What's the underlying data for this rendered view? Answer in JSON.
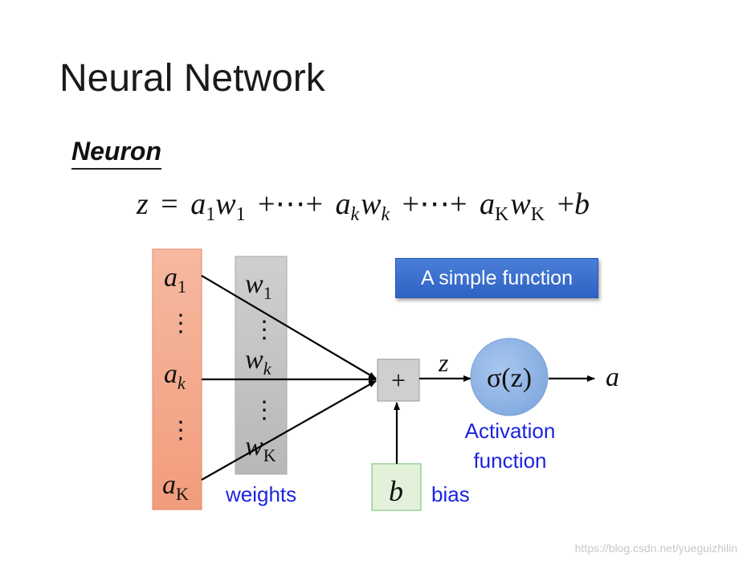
{
  "title": "Neural Network",
  "subtitle": "Neuron",
  "equation": {
    "z": "z",
    "eq": "=",
    "a": "a",
    "w": "w",
    "b": "b",
    "plus": "+",
    "dots": "⋯",
    "idx1": "1",
    "idxk": "k",
    "idxK": "K"
  },
  "inputs": {
    "a1_base": "a",
    "a1_sub": "1",
    "ak_base": "a",
    "ak_sub": "k",
    "aK_base": "a",
    "aK_sub": "K",
    "vdots": "⋮"
  },
  "weights": {
    "w1_base": "w",
    "w1_sub": "1",
    "wk_base": "w",
    "wk_sub": "k",
    "wK_base": "w",
    "wK_sub": "K",
    "vdots": "⋮"
  },
  "sum_symbol": "+",
  "z_label": "z",
  "sigma_label": "σ(z)",
  "output_label": "a",
  "bias_symbol": "b",
  "captions": {
    "weights": "weights",
    "bias": "bias",
    "activation_line1": "Activation",
    "activation_line2": "function",
    "simple_function": "A simple function"
  },
  "watermark": "https://blog.csdn.net/yueguizhilin",
  "colors": {
    "input_fill": "#f5a98a",
    "weight_fill": "#c9c9c9",
    "sigma_fill": "#8fb5e6",
    "bias_fill": "#e3f1da",
    "caption": "#1c24e0",
    "button": "#3a6fd0"
  }
}
